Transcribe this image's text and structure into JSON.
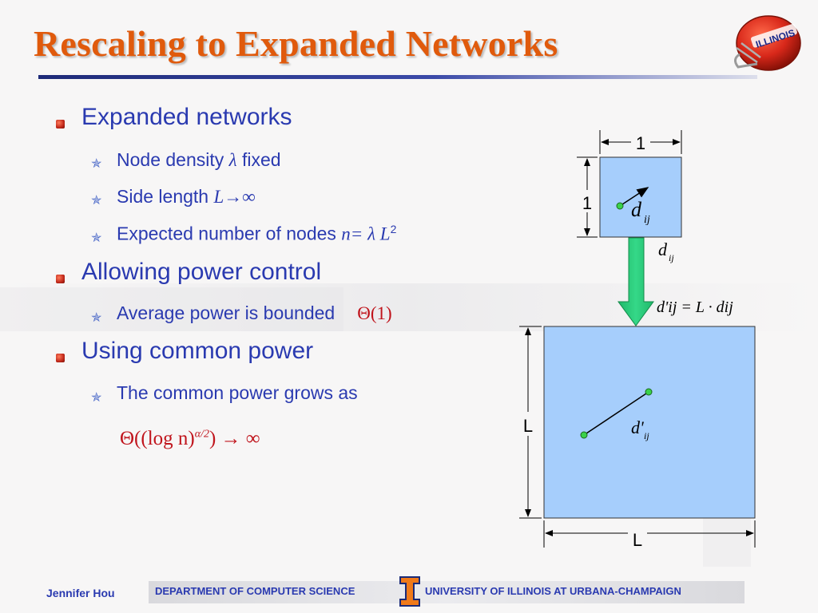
{
  "slide": {
    "title": "Rescaling to Expanded Networks",
    "bullets": [
      {
        "text": "Expanded networks",
        "subitems": [
          {
            "prefix": "Node density ",
            "math": "λ",
            "suffix": " fixed"
          },
          {
            "prefix": "Side length ",
            "math": "L→∞",
            "suffix": ""
          },
          {
            "prefix": "Expected number of nodes ",
            "math": "n= λ L",
            "sup": "2",
            "suffix": ""
          }
        ]
      },
      {
        "text": "Allowing power control",
        "subitems": [
          {
            "prefix": "Average power is bounded",
            "math": "Θ(1)",
            "suffix": ""
          }
        ]
      },
      {
        "text": "Using common power",
        "subitems": [
          {
            "prefix": "The common power grows as",
            "math": "",
            "suffix": ""
          }
        ]
      }
    ],
    "formula": {
      "main": "Θ((log n)",
      "sup": "α/2",
      "tail": ") → ∞"
    }
  },
  "diagram": {
    "small_width_label": "1",
    "small_height_label": "1",
    "small_distance_label": "d",
    "small_distance_sub": "ij",
    "arrow_label": "d",
    "arrow_label_sub": "ij",
    "scaling_eq": "d'ij = L · dij",
    "large_width_label": "L",
    "large_height_label": "L",
    "large_distance_label": "d'",
    "large_distance_sub": "ij",
    "box_color": "#a6cefc",
    "arrow_color": "#23c97a",
    "node_color": "#3ad24a"
  },
  "footer": {
    "author": "Jennifer Hou",
    "department": "DEPARTMENT OF COMPUTER SCIENCE",
    "university": "UNIVERSITY OF ILLINOIS AT URBANA-CHAMPAIGN",
    "logo_text": "ILLINOIS"
  }
}
